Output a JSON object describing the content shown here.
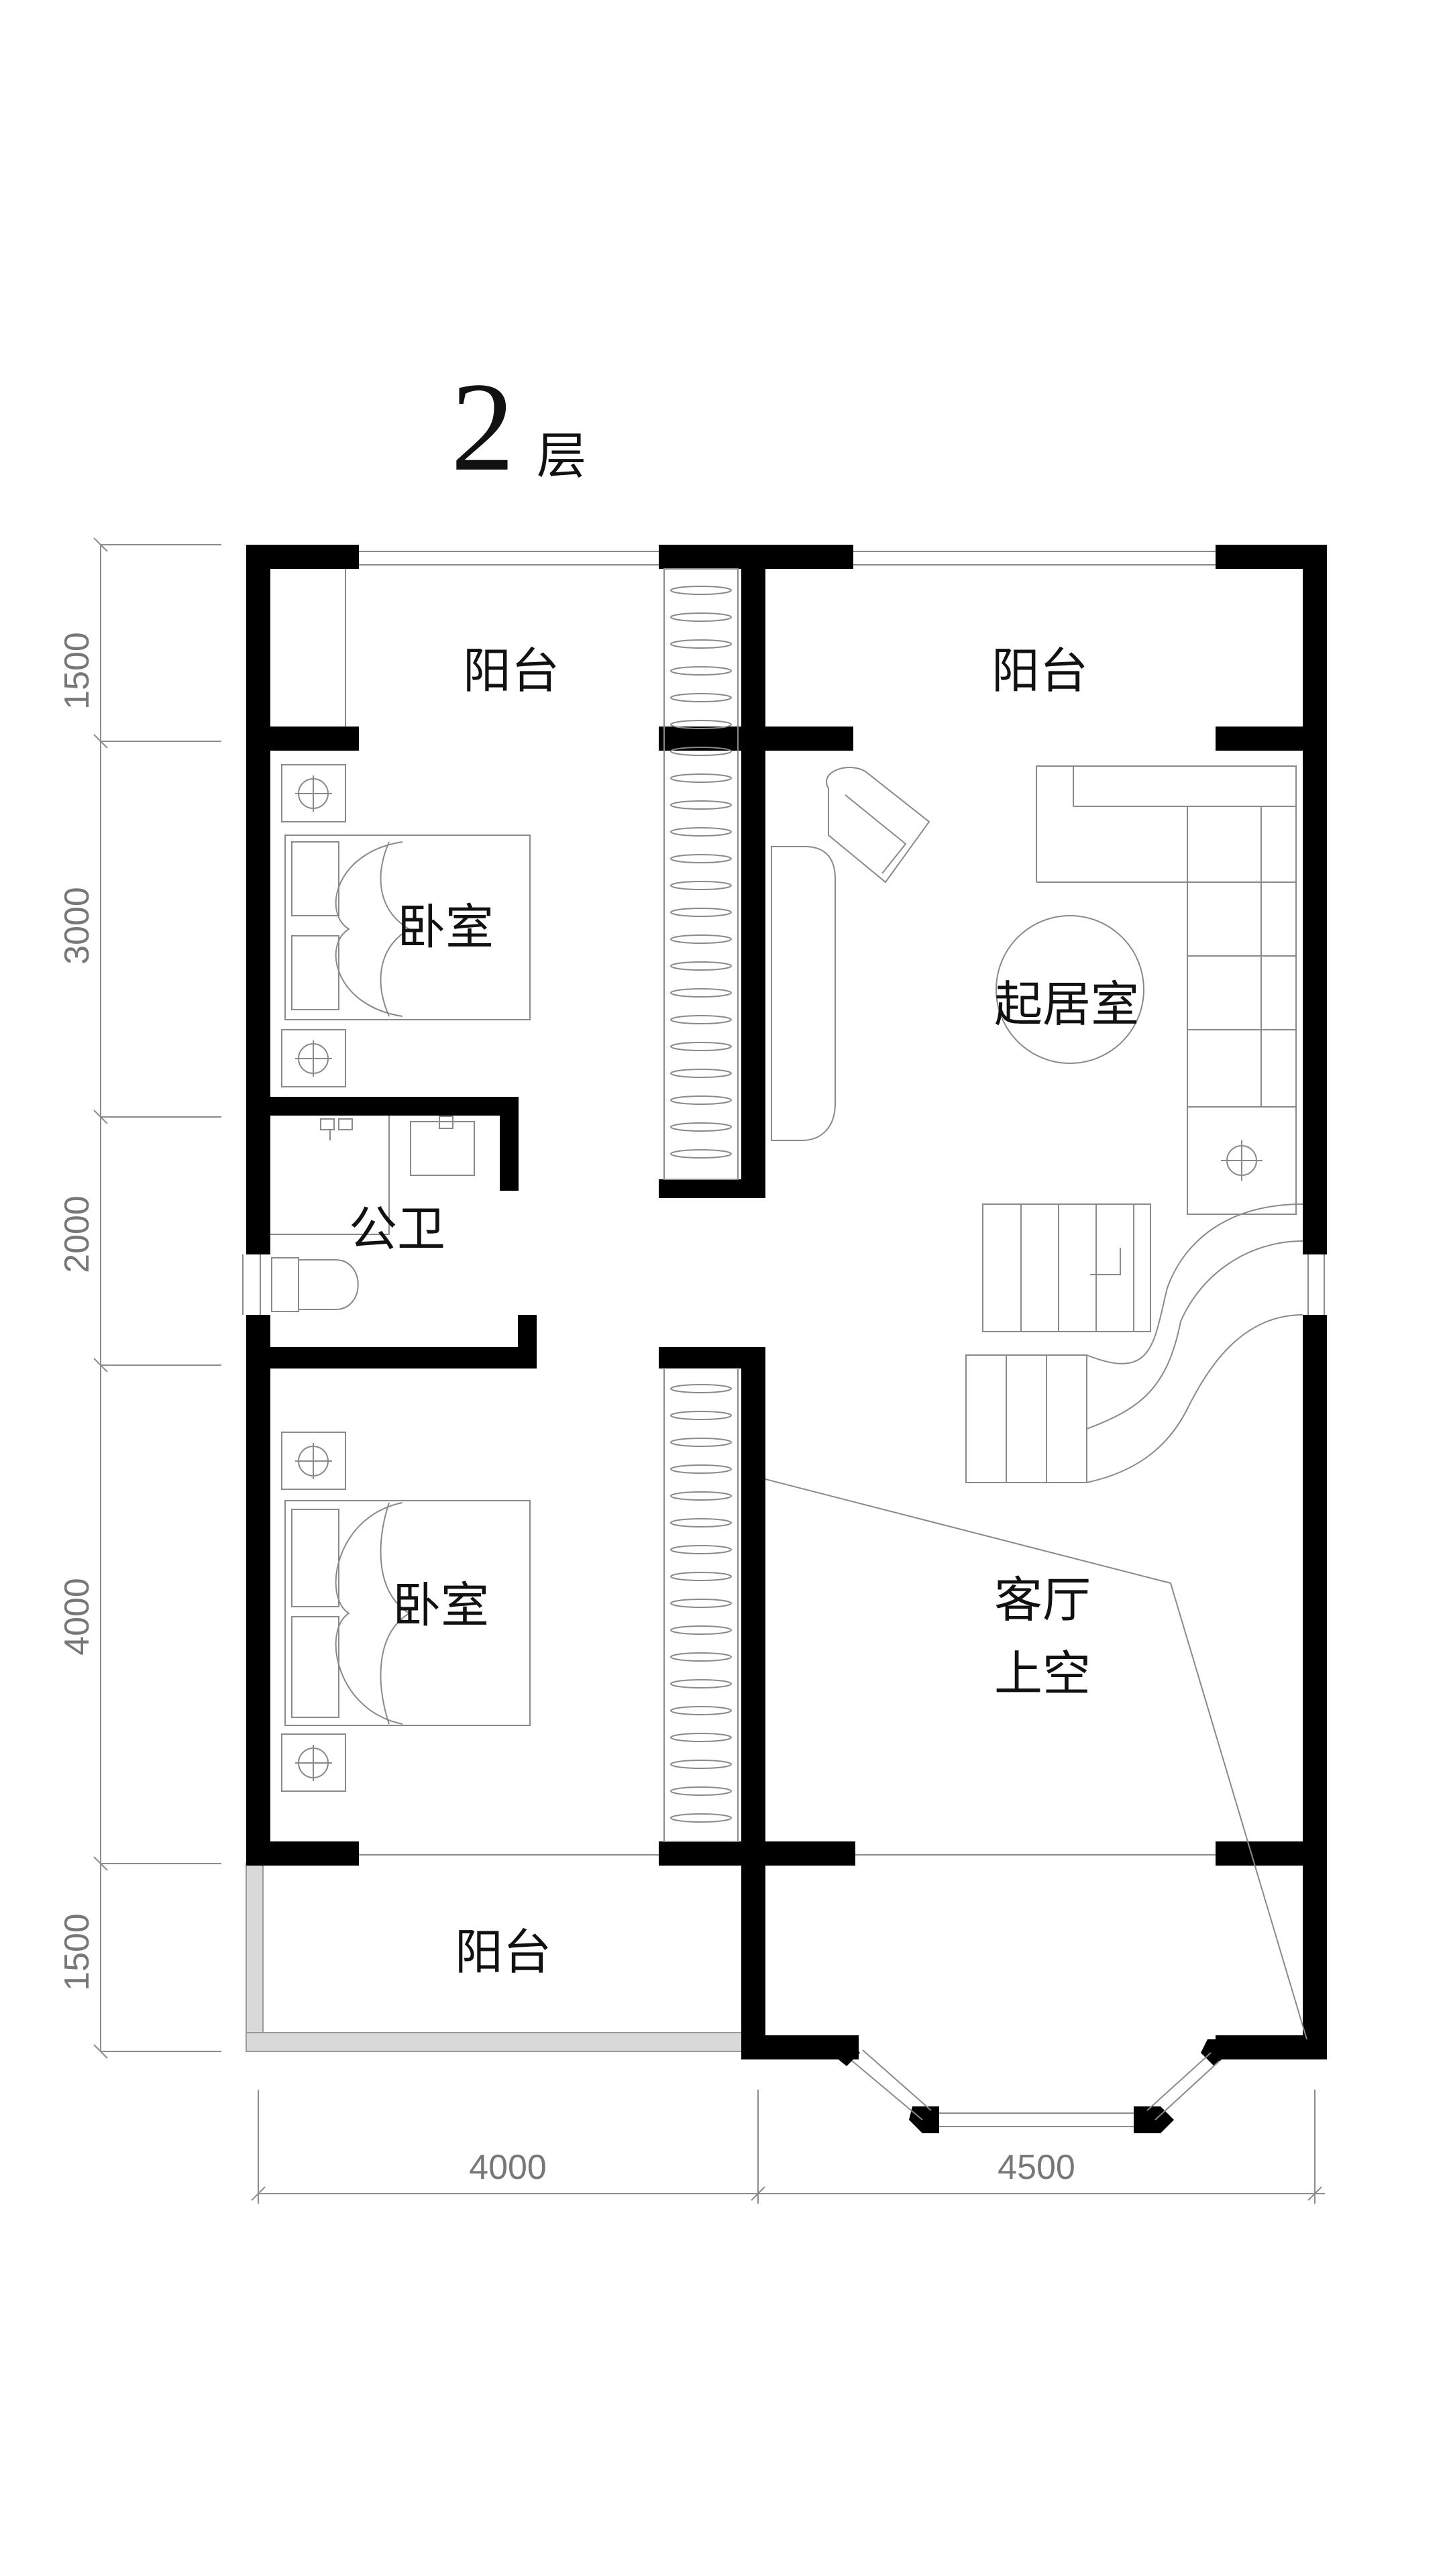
{
  "title": {
    "number": "2",
    "suffix": "层"
  },
  "rooms": {
    "balcony_top_left": "阳台",
    "balcony_top_right": "阳台",
    "bedroom_upper": "卧室",
    "living_room": "起居室",
    "bathroom": "公卫",
    "bedroom_lower": "卧室",
    "void_line1": "客厅",
    "void_line2": "上空",
    "balcony_bottom": "阳台"
  },
  "dimensions": {
    "vertical": [
      "1500",
      "3000",
      "2000",
      "4000",
      "1500"
    ],
    "horizontal": [
      "4000",
      "4500"
    ]
  },
  "colors": {
    "wall": "#000000",
    "line": "#8a8a8a",
    "balcony_fill": "#d9d9d9"
  }
}
